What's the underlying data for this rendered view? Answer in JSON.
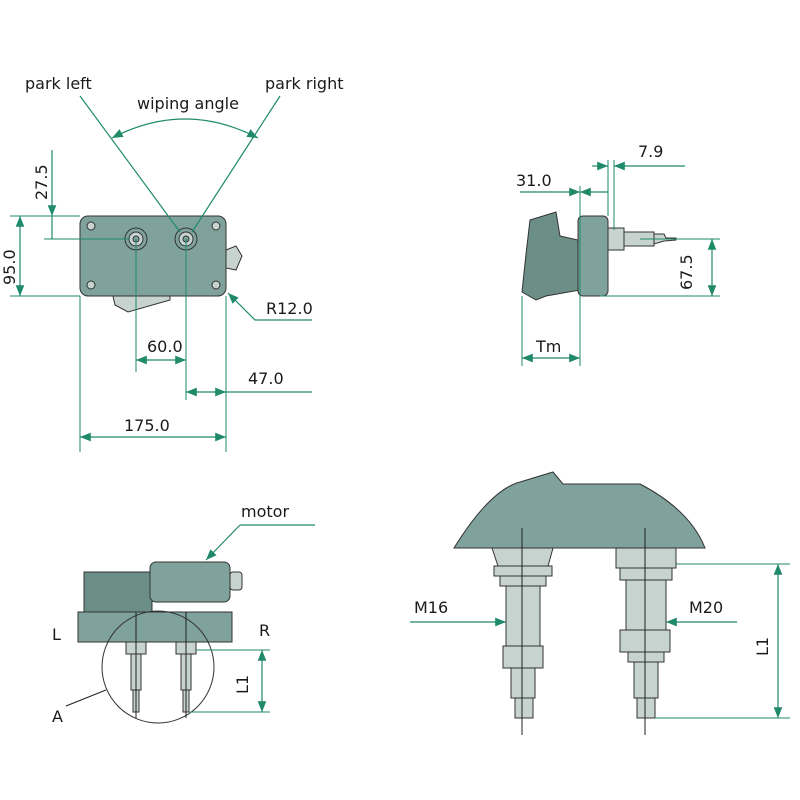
{
  "top_left_view": {
    "park_left": "park left",
    "park_right": "park right",
    "wiping_angle": "wiping angle",
    "dim_27_5": "27.5",
    "dim_95_0": "95.0",
    "dim_r12_0": "R12.0",
    "dim_60_0": "60.0",
    "dim_47_0": "47.0",
    "dim_175_0": "175.0"
  },
  "top_right_view": {
    "dim_31_0": "31.0",
    "dim_7_9": "7.9",
    "dim_67_5": "67.5",
    "dim_tm": "Tm"
  },
  "bottom_left_view": {
    "motor": "motor",
    "left": "L",
    "right": "R",
    "l1": "L1",
    "detail": "A"
  },
  "bottom_right_view": {
    "m16": "M16",
    "m20": "M20",
    "l1": "L1"
  },
  "colors": {
    "housing": "#7fa39c",
    "shaft": "#c7d3cf",
    "dimension": "#1f8a6a"
  }
}
